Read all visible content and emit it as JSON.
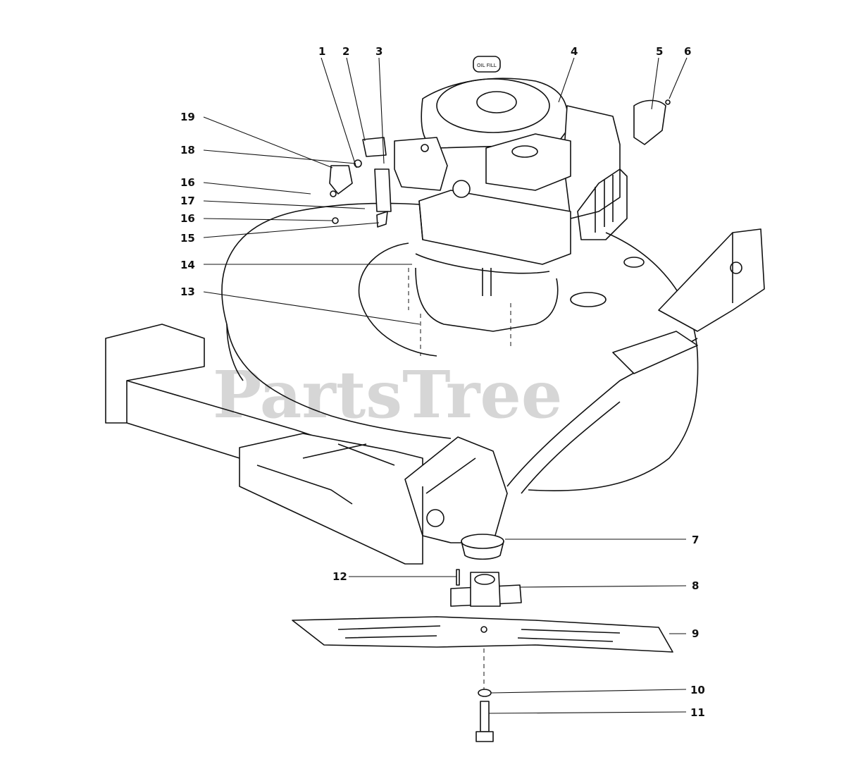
{
  "watermark": {
    "text": "PartsTree",
    "trademark": "®"
  },
  "callouts": [
    {
      "id": "1",
      "label": "1"
    },
    {
      "id": "2",
      "label": "2"
    },
    {
      "id": "3",
      "label": "3"
    },
    {
      "id": "4",
      "label": "4"
    },
    {
      "id": "5",
      "label": "5"
    },
    {
      "id": "6",
      "label": "6"
    },
    {
      "id": "7",
      "label": "7"
    },
    {
      "id": "8",
      "label": "8"
    },
    {
      "id": "9",
      "label": "9"
    },
    {
      "id": "10",
      "label": "10"
    },
    {
      "id": "11",
      "label": "11"
    },
    {
      "id": "12",
      "label": "12"
    },
    {
      "id": "13",
      "label": "13"
    },
    {
      "id": "14",
      "label": "14"
    },
    {
      "id": "15",
      "label": "15"
    },
    {
      "id": "16a",
      "label": "16"
    },
    {
      "id": "16b",
      "label": "16"
    },
    {
      "id": "17",
      "label": "17"
    },
    {
      "id": "18",
      "label": "18"
    },
    {
      "id": "19",
      "label": "19"
    }
  ],
  "engine": {
    "oil_cap_text": "OIL FILL"
  }
}
